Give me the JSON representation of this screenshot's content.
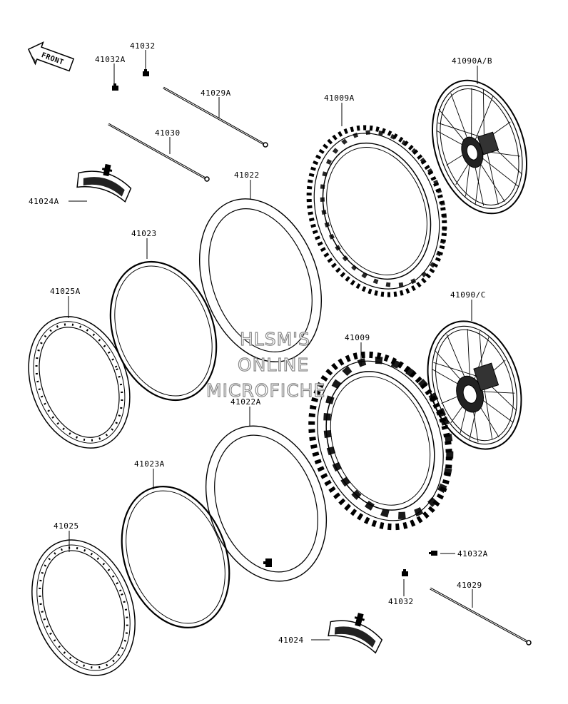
{
  "diagram": {
    "front_label": "FRONT",
    "parts": {
      "p41032_top": "41032",
      "p41032A_top": "41032A",
      "p41029A": "41029A",
      "p41030": "41030",
      "p41024A": "41024A",
      "p41022": "41022",
      "p41023": "41023",
      "p41025A": "41025A",
      "p41009A": "41009A",
      "p41090AB": "41090A/B",
      "p41090C": "41090/C",
      "p41009": "41009",
      "p41022A": "41022A",
      "p41023A": "41023A",
      "p41025": "41025",
      "p41032A_bottom": "41032A",
      "p41032_bottom": "41032",
      "p41029": "41029",
      "p41024": "41024"
    },
    "watermark": {
      "line1": "HLSM'S",
      "line2": "ONLINE",
      "line3": "MICROFICHE"
    }
  }
}
